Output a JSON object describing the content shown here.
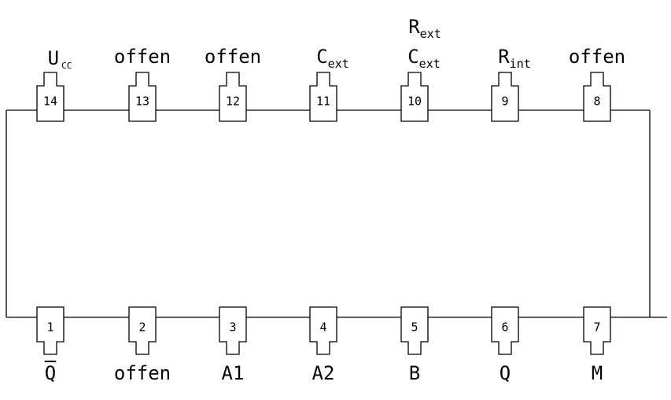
{
  "diagram": {
    "top_pins": [
      {
        "number": "14",
        "label": "U",
        "sub": "CC"
      },
      {
        "number": "13",
        "label": "offen",
        "sub": ""
      },
      {
        "number": "12",
        "label": "offen",
        "sub": ""
      },
      {
        "number": "11",
        "label": "C",
        "sub": "ext"
      },
      {
        "number": "10",
        "label": "C",
        "sub": "ext",
        "label2": "R",
        "sub2": "ext"
      },
      {
        "number": "9",
        "label": "R",
        "sub": "int"
      },
      {
        "number": "8",
        "label": "offen",
        "sub": ""
      }
    ],
    "bottom_pins": [
      {
        "number": "1",
        "label": "Q",
        "overline": true
      },
      {
        "number": "2",
        "label": "offen"
      },
      {
        "number": "3",
        "label": "A1"
      },
      {
        "number": "4",
        "label": "A2"
      },
      {
        "number": "5",
        "label": "B"
      },
      {
        "number": "6",
        "label": "Q"
      },
      {
        "number": "7",
        "label": "M"
      }
    ]
  }
}
